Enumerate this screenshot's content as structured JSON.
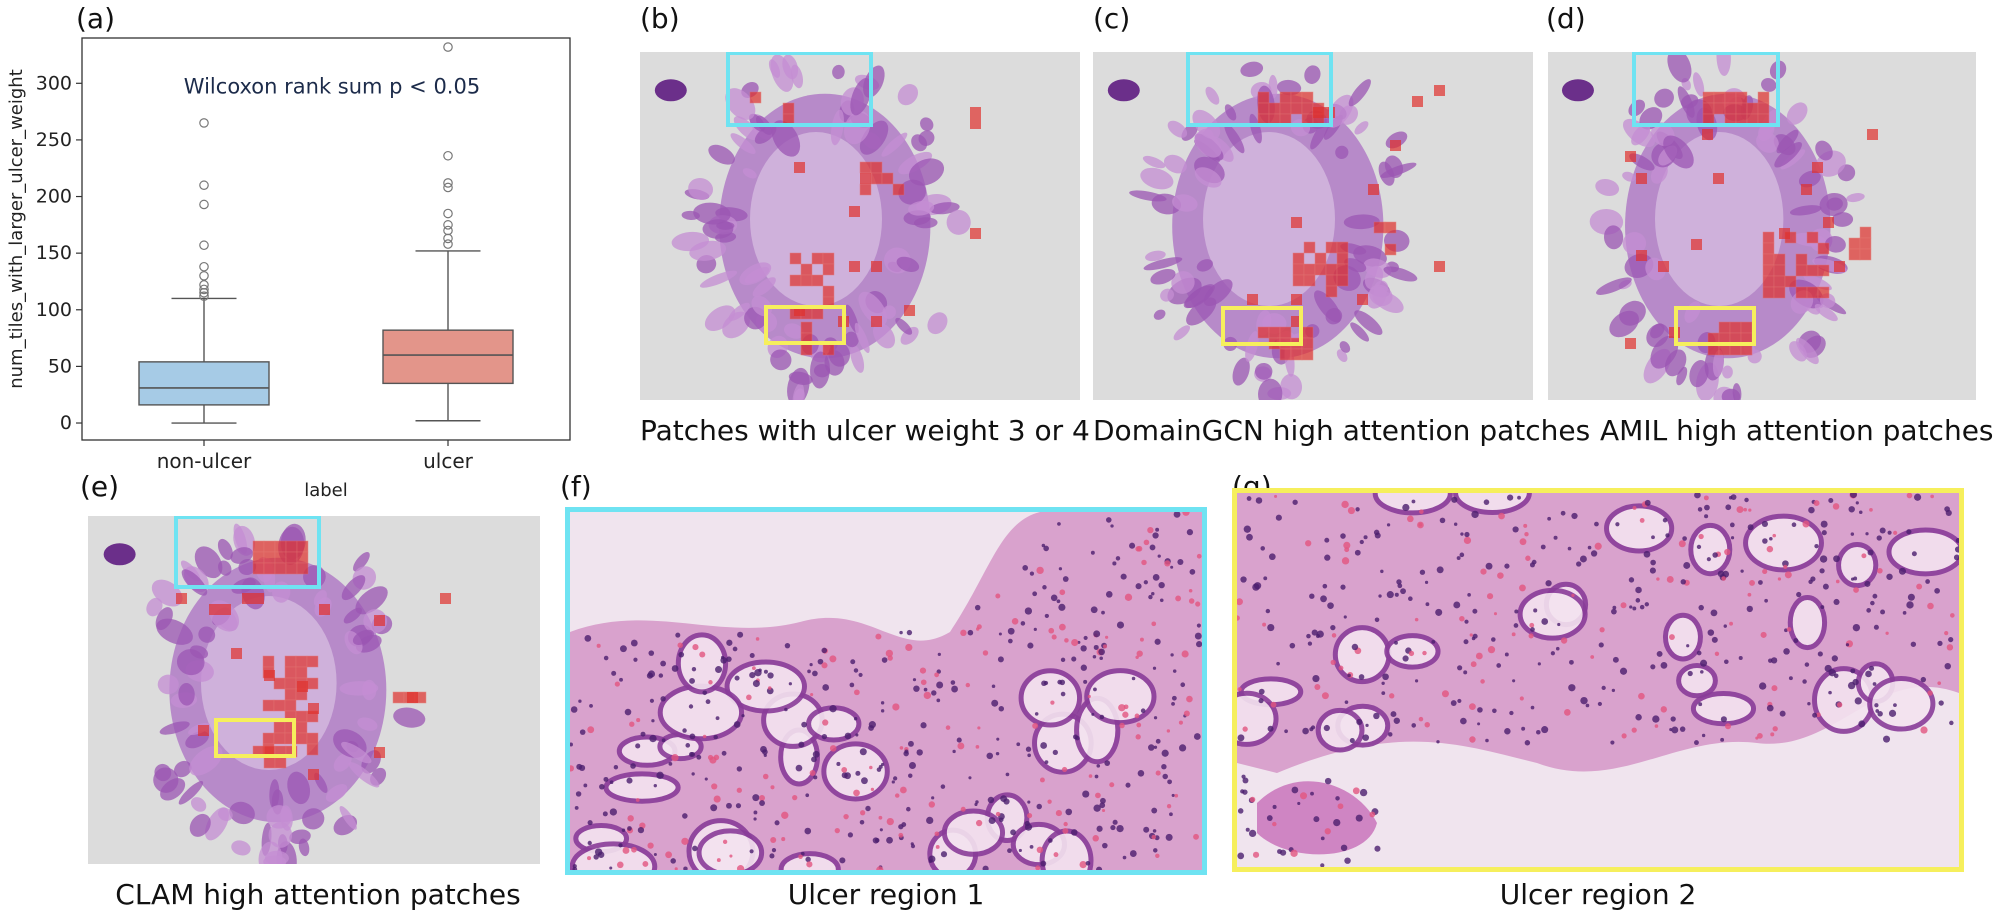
{
  "panels": {
    "a": {
      "letter": "(a)"
    },
    "b": {
      "letter": "(b)",
      "caption": "Patches with ulcer weight 3 or 4"
    },
    "c": {
      "letter": "(c)",
      "caption": "DomainGCN high attention patches"
    },
    "d": {
      "letter": "(d)",
      "caption": "AMIL high attention patches"
    },
    "e": {
      "letter": "(e)",
      "caption": "CLAM high attention patches"
    },
    "f": {
      "letter": "(f)",
      "caption": "Ulcer region 1"
    },
    "g": {
      "letter": "(g)",
      "caption": "Ulcer region 2"
    }
  },
  "colors": {
    "box_cyan": "#6fe3f2",
    "box_yellow": "#f6ef5c",
    "patch_red": "#e0312c",
    "tissue_purple": "#9b55b3",
    "nonulcer_box": "#a6cbe6",
    "ulcer_box": "#e3958a"
  },
  "chart_data": {
    "type": "box",
    "categories": [
      "non-ulcer",
      "ulcer"
    ],
    "xlabel": "label",
    "ylabel": "num_tiles_with_larger_ulcer_weight",
    "annotation": "Wilcoxon rank sum p < 0.05",
    "ylim": [
      -15,
      340
    ],
    "yticks": [
      0,
      50,
      100,
      150,
      200,
      250,
      300
    ],
    "boxes": [
      {
        "name": "non-ulcer",
        "q1": 16,
        "median": 31,
        "q3": 54,
        "whisker_low": 0,
        "whisker_high": 110,
        "outliers": [
          112,
          115,
          118,
          122,
          130,
          138,
          157,
          193,
          210,
          265
        ]
      },
      {
        "name": "ulcer",
        "q1": 35,
        "median": 60,
        "q3": 82,
        "whisker_low": 2,
        "whisker_high": 152,
        "outliers": [
          158,
          163,
          170,
          175,
          185,
          208,
          212,
          236,
          332
        ]
      }
    ]
  }
}
